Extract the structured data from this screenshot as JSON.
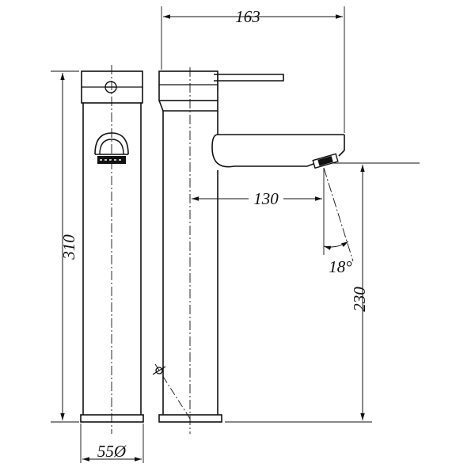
{
  "drawing": {
    "dimensions": {
      "top_width": "163",
      "spout_reach": "130",
      "total_height": "310",
      "spout_height": "230",
      "base_diameter": "55Ø",
      "spout_angle": "18°"
    },
    "colors": {
      "line": "#111111",
      "background": "#ffffff"
    }
  }
}
